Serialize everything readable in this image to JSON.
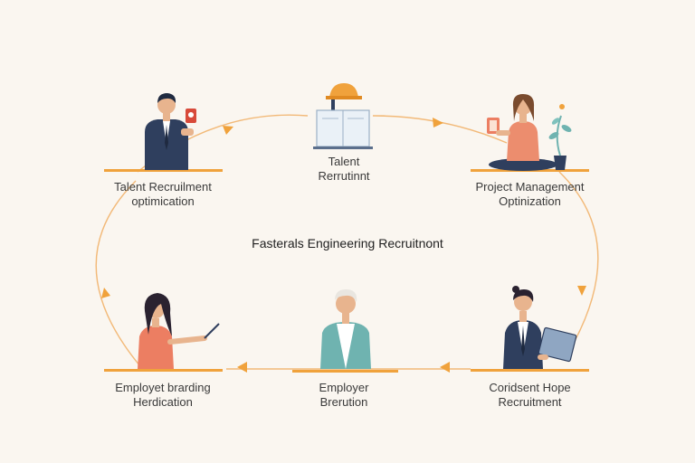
{
  "title": "Fasterals Engineering Recruitnont",
  "colors": {
    "background": "#faf6f0",
    "accent": "#f0a23c",
    "arrow": "#f2b978",
    "navy": "#2f3f5e",
    "coral": "#ec7e62",
    "teal": "#6fb3b0"
  },
  "nodes": [
    {
      "id": "top-left",
      "line1": "Talent Recruilment",
      "line2": "optimication",
      "icon": "businessman-icon"
    },
    {
      "id": "top-center",
      "line1": "Talent",
      "line2": "Rerrutinnt",
      "icon": "hardhat-laptop-icon"
    },
    {
      "id": "top-right",
      "line1": "Project Management",
      "line2": "Optinization",
      "icon": "woman-meditating-icon"
    },
    {
      "id": "bottom-left",
      "line1": "Employet brarding",
      "line2": "Herdication",
      "icon": "woman-pointing-icon"
    },
    {
      "id": "bottom-center",
      "line1": "Employer",
      "line2": "Brerution",
      "icon": "man-white-hair-icon"
    },
    {
      "id": "bottom-right",
      "line1": "Coridsent Hope",
      "line2": "Recruitment",
      "icon": "man-tablet-icon"
    }
  ]
}
